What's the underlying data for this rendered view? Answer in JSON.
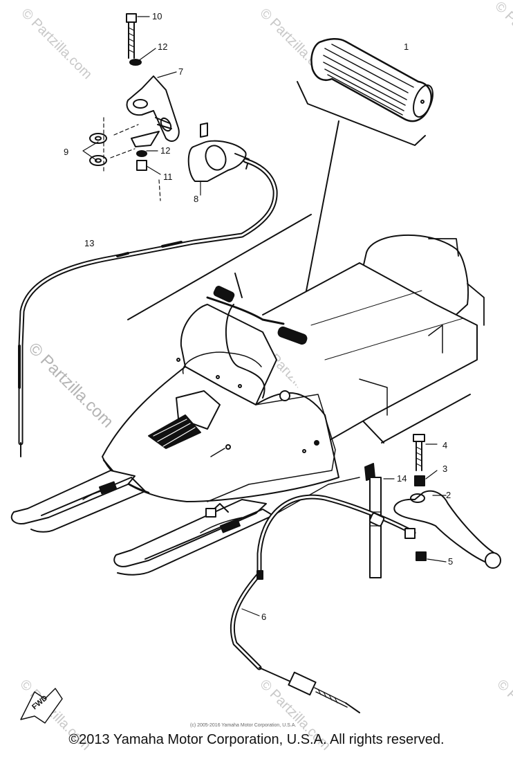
{
  "part_labels": [
    "1",
    "2",
    "3",
    "4",
    "5",
    "6",
    "7",
    "8",
    "9",
    "10",
    "11",
    "12",
    "12",
    "13",
    "14"
  ],
  "watermarks": {
    "corner": "© Partzilla.com",
    "side": "© Partzilla.com"
  },
  "fwd_arrow": "FWD",
  "small_copyright": "(c) 2005-2016 Yamaha Motor Corporation, U.S.A.",
  "footer_copyright": "©2013 Yamaha Motor Corporation, U.S.A. All rights reserved.",
  "colors": {
    "ink": "#111111",
    "watermark": "#c8c8c8"
  }
}
